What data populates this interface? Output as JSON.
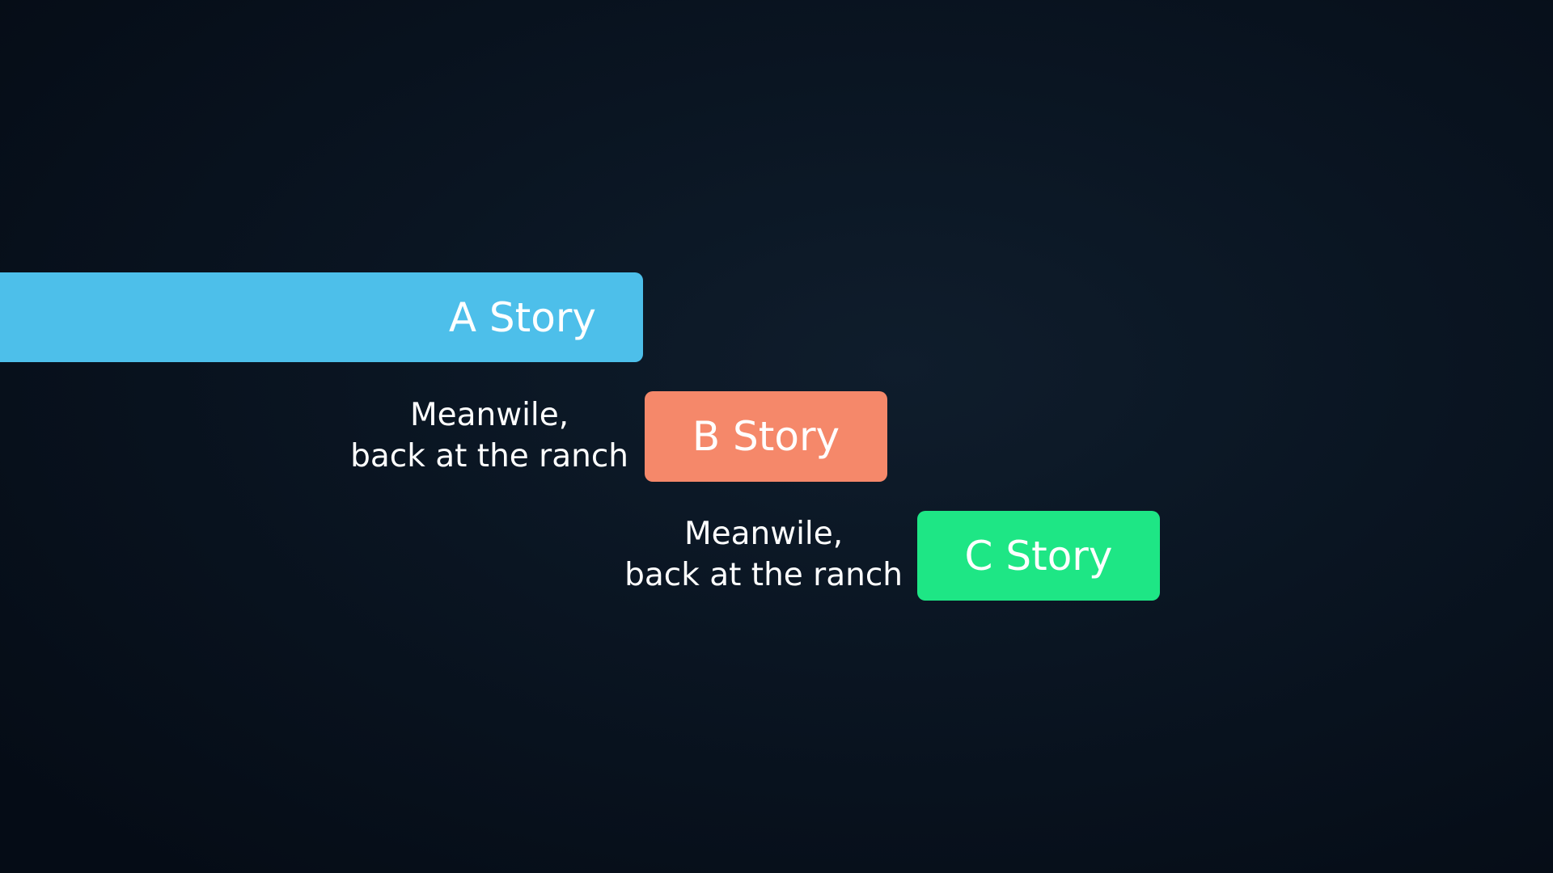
{
  "diagram": {
    "stories": [
      {
        "id": "a",
        "label": "A Story",
        "color": "#4dbfea"
      },
      {
        "id": "b",
        "label": "B Story",
        "color": "#f5886a"
      },
      {
        "id": "c",
        "label": "C Story",
        "color": "#1ee685"
      }
    ],
    "transitions": [
      {
        "to": "b",
        "line1": "Meanwile,",
        "line2": "back at the ranch"
      },
      {
        "to": "c",
        "line1": "Meanwile,",
        "line2": "back at the ranch"
      }
    ]
  },
  "colors": {
    "background_center": "#0f1d2c",
    "background_edge": "#050c16",
    "text": "#ffffff"
  }
}
